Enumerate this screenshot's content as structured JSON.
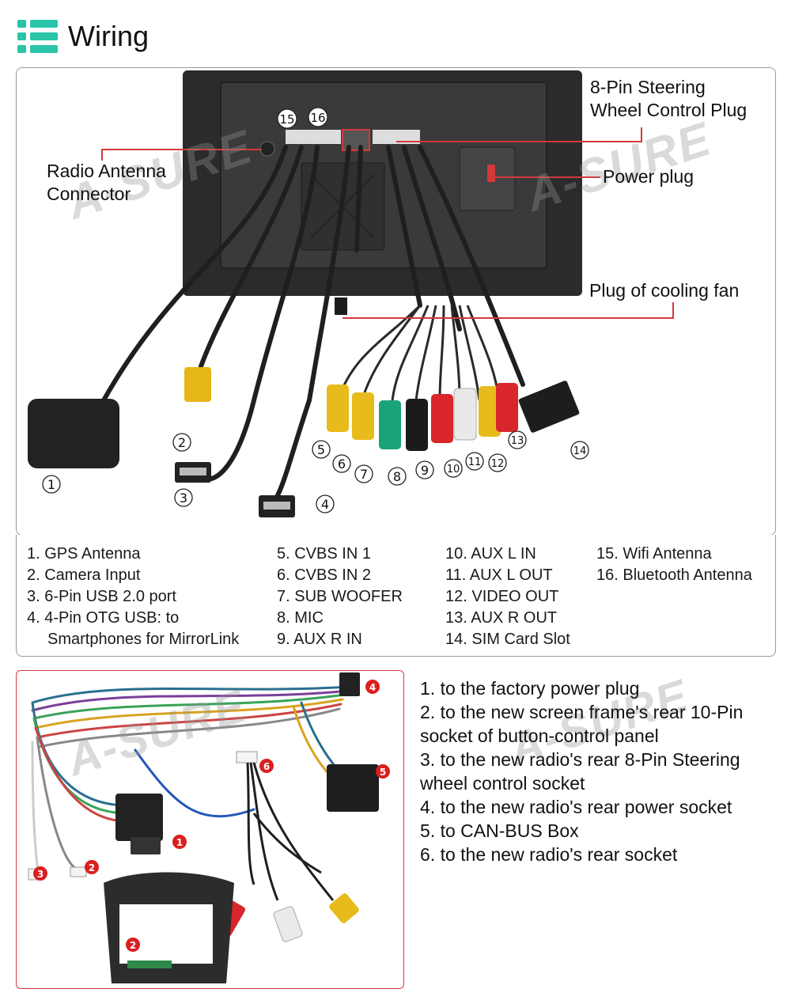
{
  "header": {
    "title": "Wiring",
    "icon": "list-icon",
    "accent": "#29c4a9"
  },
  "watermark": "A-SURE",
  "callouts": {
    "steering": [
      "8-Pin Steering",
      "Wheel Control Plug"
    ],
    "antenna": [
      "Radio Antenna",
      "Connector"
    ],
    "power": "Power plug",
    "fan": "Plug of cooling fan"
  },
  "numbers": [
    "1",
    "2",
    "3",
    "4",
    "5",
    "6",
    "7",
    "8",
    "9",
    "10",
    "11",
    "12",
    "13",
    "14",
    "15",
    "16"
  ],
  "legend": {
    "col1": [
      "1. GPS Antenna",
      "2. Camera Input",
      "3. 6-Pin USB 2.0 port",
      "4. 4-Pin OTG USB: to",
      "Smartphones for MirrorLink"
    ],
    "col2": [
      "5. CVBS IN 1",
      "6. CVBS IN 2",
      "7. SUB WOOFER",
      "8. MIC",
      "9. AUX R IN"
    ],
    "col3": [
      "10. AUX L IN",
      "11. AUX L OUT",
      "12. VIDEO OUT",
      "13. AUX R OUT",
      "14. SIM Card Slot"
    ],
    "col4": [
      "15. Wifi Antenna",
      "16. Bluetooth Antenna"
    ]
  },
  "harness_markers": [
    "1",
    "2",
    "3",
    "4",
    "5",
    "6",
    "2"
  ],
  "steps": [
    "1. to the factory power plug",
    "2. to the new screen frame's rear 10-Pin socket of button-control panel",
    "3. to the new radio's rear 8-Pin Steering wheel control socket",
    "4. to the new radio's rear power socket",
    "5. to CAN-BUS Box",
    "6. to the new radio's rear socket"
  ],
  "colors": {
    "callout_line": "#d23a3a",
    "marker": "#d91f1f",
    "panel_border": "#9a9a9a"
  }
}
